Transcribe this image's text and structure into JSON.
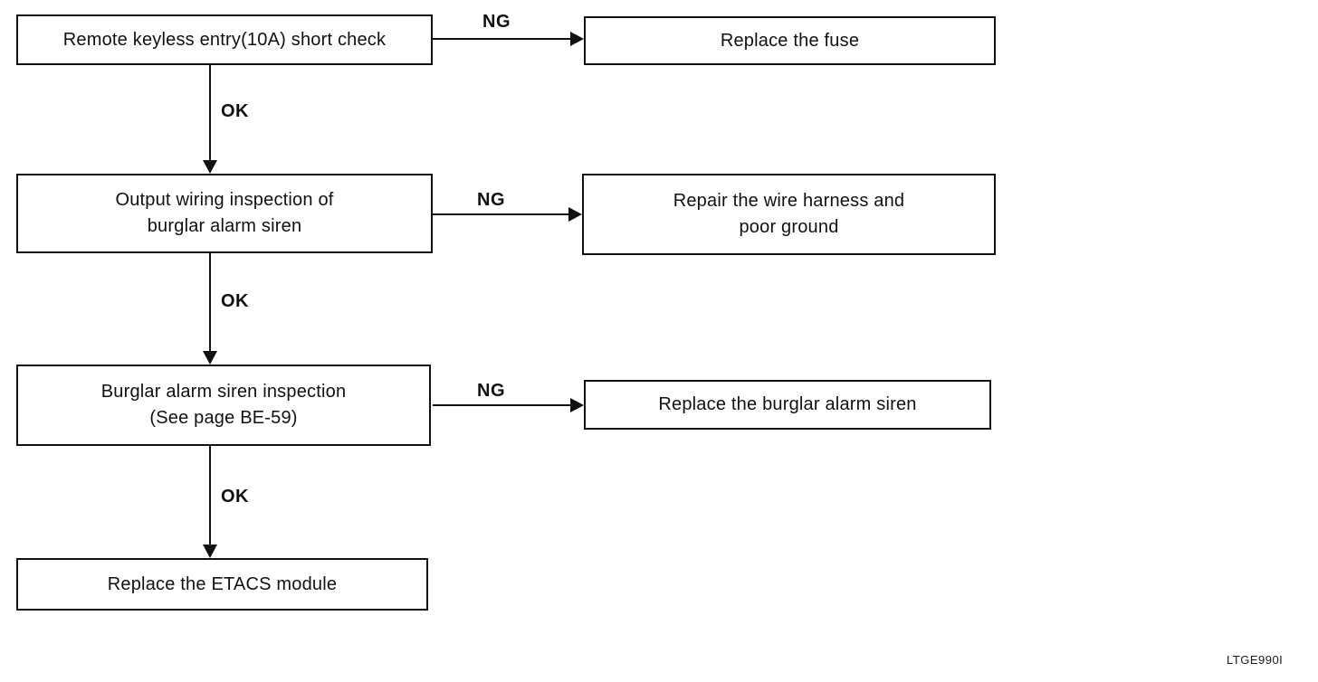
{
  "flowchart": {
    "labels": {
      "ok": "OK",
      "ng": "NG"
    },
    "steps": [
      {
        "lines": [
          "Remote keyless entry(10A) short check"
        ],
        "ng_action": {
          "lines": [
            "Replace the fuse"
          ]
        }
      },
      {
        "lines": [
          "Output wiring inspection of",
          "burglar alarm siren"
        ],
        "ng_action": {
          "lines": [
            "Repair the wire harness and",
            "poor ground"
          ]
        }
      },
      {
        "lines": [
          "Burglar alarm siren inspection",
          "(See page BE-59)"
        ],
        "ng_action": {
          "lines": [
            "Replace the burglar alarm siren"
          ]
        }
      },
      {
        "lines": [
          "Replace the ETACS module"
        ]
      }
    ],
    "footer_code": "LTGE990I",
    "colors": {
      "background": "#ffffff",
      "line": "#111111",
      "text": "#111111"
    }
  }
}
